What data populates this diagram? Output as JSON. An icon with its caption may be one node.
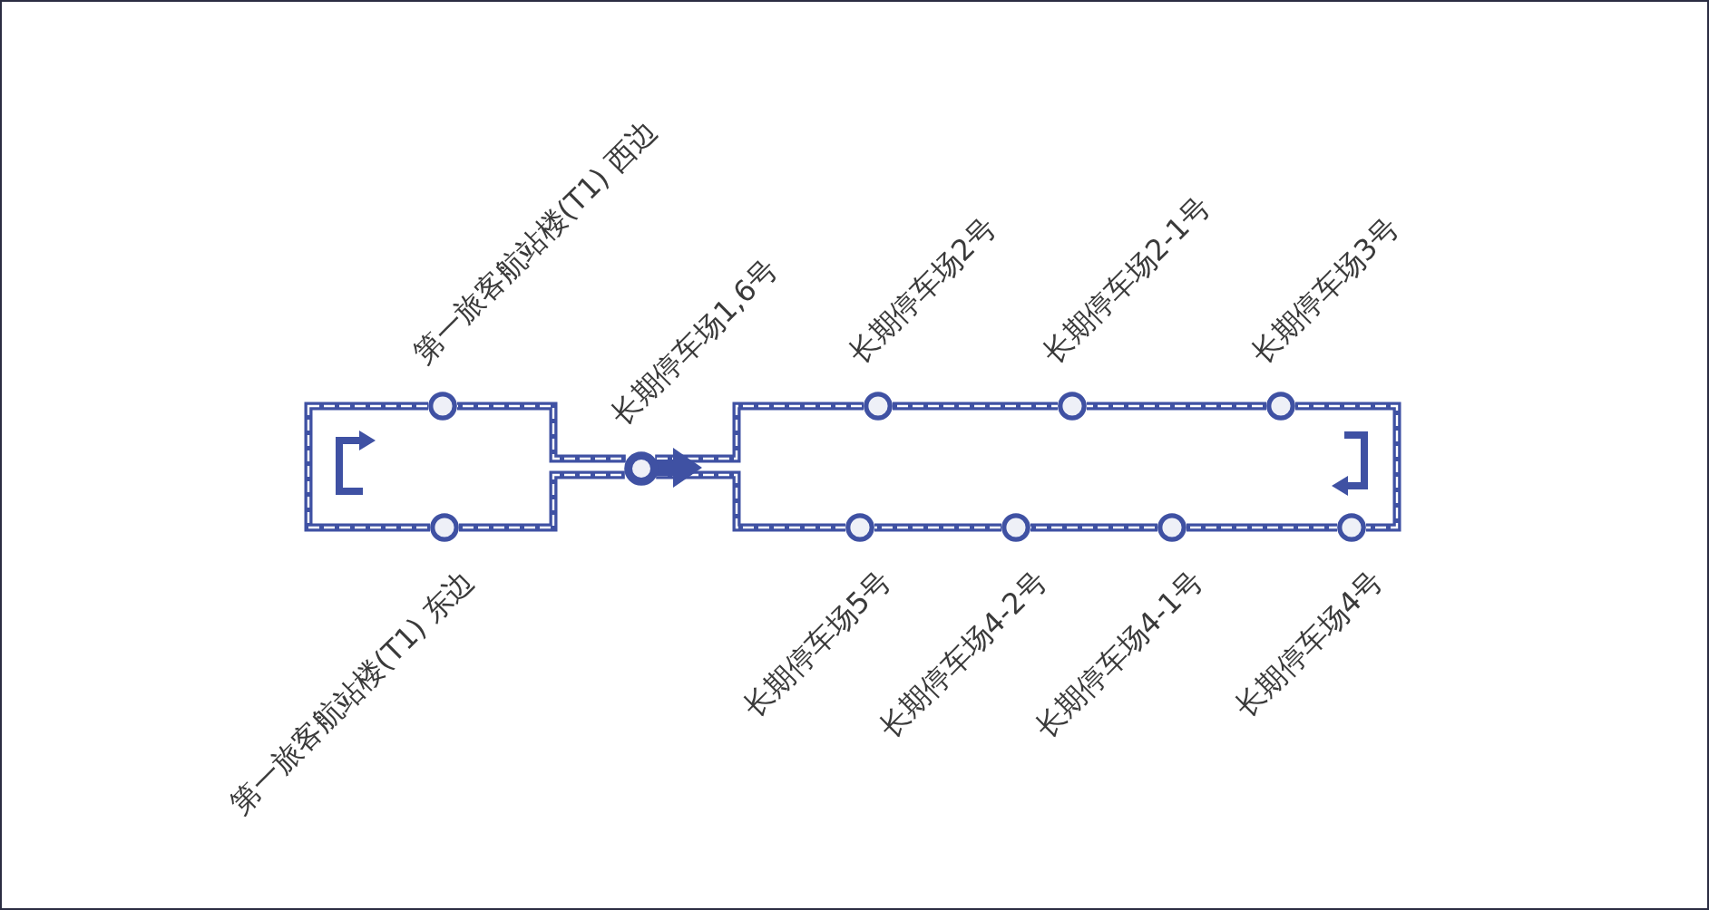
{
  "diagram": {
    "nodes": [
      {
        "text": [],
        "shape": "circle",
        "beside": [
          "第一旅客航站楼(T1) 西边"
        ]
      },
      {
        "text": [],
        "shape": "circle",
        "beside": [
          "长期停车场1,6号"
        ]
      },
      {
        "text": [],
        "shape": "circle",
        "beside": [
          "长期停车场2号"
        ]
      },
      {
        "text": [],
        "shape": "circle",
        "beside": [
          "长期停车场2-1号"
        ]
      },
      {
        "text": [],
        "shape": "circle",
        "beside": [
          "长期停车场3号"
        ]
      },
      {
        "text": [],
        "shape": "circle",
        "beside": [
          "第一旅客航站楼(T1) 东边"
        ]
      },
      {
        "text": [],
        "shape": "circle",
        "beside": [
          "长期停车场5号"
        ]
      },
      {
        "text": [],
        "shape": "circle",
        "beside": [
          "长期停车场4-2号"
        ]
      },
      {
        "text": [],
        "shape": "circle",
        "beside": [
          "长期停车场4-1号"
        ]
      },
      {
        "text": [],
        "shape": "circle",
        "beside": [
          "长期停车场4号"
        ]
      }
    ],
    "edges": [
      {
        "from": 0,
        "to": 1,
        "arrow": "none"
      },
      {
        "from": 1,
        "to": 2,
        "arrow": "none"
      },
      {
        "from": 2,
        "to": 3,
        "arrow": "none"
      },
      {
        "from": 3,
        "to": 4,
        "arrow": "none"
      },
      {
        "from": 4,
        "to": 9,
        "arrow": "none"
      },
      {
        "from": 9,
        "to": 8,
        "arrow": "none"
      },
      {
        "from": 8,
        "to": 7,
        "arrow": "none"
      },
      {
        "from": 7,
        "to": 6,
        "arrow": "none"
      },
      {
        "from": 6,
        "to": 1,
        "arrow": "none"
      },
      {
        "from": 1,
        "to": 5,
        "arrow": "none"
      },
      {
        "from": 5,
        "to": 0,
        "arrow": "none"
      }
    ]
  }
}
